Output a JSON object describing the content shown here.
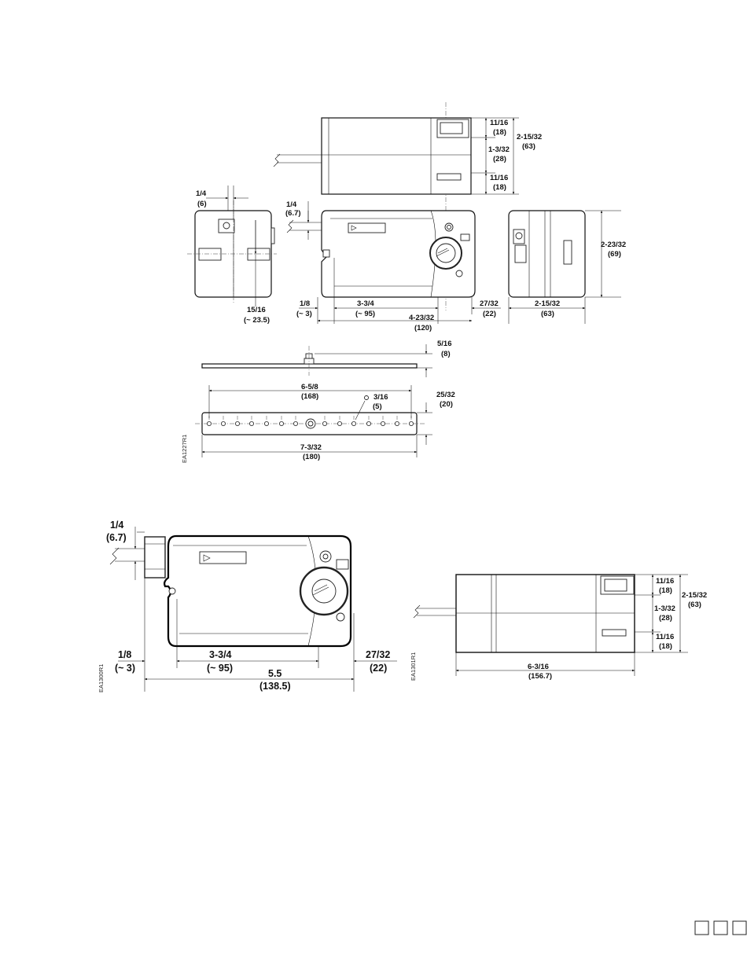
{
  "figure1": {
    "top_view": {
      "h1": "11/16",
      "h1_mm": "(18)",
      "h2": "1-3/32",
      "h2_mm": "(28)",
      "h3": "11/16",
      "h3_mm": "(18)",
      "total": "2-15/32",
      "total_mm": "(63)"
    },
    "left_view": {
      "w": "1/4",
      "w_mm": "(6)",
      "offset": "15/16",
      "offset_mm": "(~ 23.5)"
    },
    "front_view": {
      "shaft": "1/4",
      "shaft_mm": "(6.7)",
      "a": "1/8",
      "a_mm": "(~ 3)",
      "b": "3-3/4",
      "b_mm": "(~ 95)",
      "c": "27/32",
      "c_mm": "(22)",
      "total": "4-23/32",
      "total_mm": "(120)"
    },
    "right_view": {
      "height": "2-23/32",
      "height_mm": "(69)",
      "width": "2-15/32",
      "width_mm": "(63)"
    },
    "lever": {
      "thickness": "5/16",
      "thickness_mm": "(8)",
      "holes_span": "6-5/8",
      "holes_span_mm": "(168)",
      "hole_dia": "3/16",
      "hole_dia_mm": "(5)",
      "width": "25/32",
      "width_mm": "(20)",
      "length": "7-3/32",
      "length_mm": "(180)"
    },
    "code": "EA1227R1"
  },
  "figure2": {
    "shaft": "1/4",
    "shaft_mm": "(6.7)",
    "a": "1/8",
    "a_mm": "(~ 3)",
    "b": "3-3/4",
    "b_mm": "(~ 95)",
    "c": "27/32",
    "c_mm": "(22)",
    "total": "5.5",
    "total_mm": "(138.5)",
    "code": "EA1300R1"
  },
  "figure3": {
    "h1": "11/16",
    "h1_mm": "(18)",
    "h2": "1-3/32",
    "h2_mm": "(28)",
    "h3": "11/16",
    "h3_mm": "(18)",
    "total": "2-15/32",
    "total_mm": "(63)",
    "length": "6-3/16",
    "length_mm": "(156.7)",
    "code": "EA1301R1"
  }
}
